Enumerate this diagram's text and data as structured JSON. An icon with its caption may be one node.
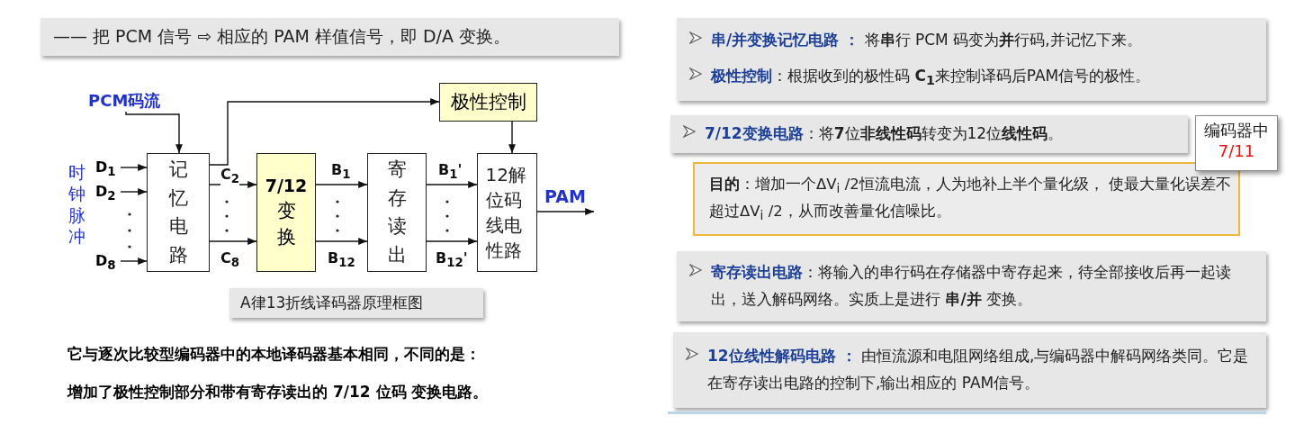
{
  "diagram": {
    "caption": "A律13折线译码器原理框图",
    "nodes": [
      {
        "text": [
          "PCM码流"
        ]
      },
      {
        "text": [
          "D$_{1}$"
        ]
      },
      {
        "text": [
          "D$_{2}$"
        ]
      },
      {
        "text": [
          "D$_{8}$"
        ]
      },
      {
        "text": [
          "记忆电路"
        ]
      },
      {
        "text": [
          "7/12",
          "变换"
        ]
      },
      {
        "text": [
          "寄存读出"
        ]
      },
      {
        "text": [
          "极性控制"
        ]
      },
      {
        "text": [
          "12解位码线电性路"
        ]
      },
      {
        "text": [
          "**串/并变换记忆电路 ：** 将**串**行 PCM 码变为**并**行码,并记忆下来。",
          "**极性控制**：根据收到的极性码 **C$_{1}$**来控制译码后PAM信号的极性。"
        ]
      },
      {
        "text": [
          "**7/12变换电路**：将**7**位**非线性码**转变为12位**线性码**。"
        ]
      },
      {
        "text": [
          "**目的**：增加一个ΔV$_{i}$ /2恒流电流，人为地补上半个量化级， 使最大量化误差不超过ΔV$_{i}$ /2，从而改善量化信噪比。"
        ]
      },
      {
        "text": [
          "编码器中",
          "7/11"
        ]
      },
      {
        "text": [
          "**寄存读出电路**：将输入的串行码在存储器中寄存起来，待全部接收后再一起读出，送入解码网络。实质上是进行 **串/并** 变换。"
        ]
      },
      {
        "text": [
          "**12位线性解码电路 ：** 由恒流源和电阻网络组成,与编码器中解码网络类同。它是在寄存读出电路的控制下,输出相应的 PAM信号。"
        ]
      },
      {
        "text": [
          "—— 把 PCM 信号 ⇨ 相应的 PAM 样值信号，即 D/A 变换。"
        ]
      }
    ],
    "edges": [
      {
        "from": 0,
        "to": 4,
        "arrow": "to"
      },
      {
        "from": 1,
        "to": 4,
        "arrow": "to"
      },
      {
        "from": 2,
        "to": 4,
        "arrow": "to"
      },
      {
        "from": 3,
        "to": 4,
        "arrow": "to"
      },
      {
        "from": 4,
        "to": 5,
        "arrow": "to",
        "label": "C$_{2}$"
      },
      {
        "from": 4,
        "to": 5,
        "arrow": "to",
        "label": "C$_{8}$"
      },
      {
        "from": 4,
        "to": 7,
        "arrow": "to"
      },
      {
        "from": 5,
        "to": 6,
        "arrow": "to",
        "label": "B$_{1}$"
      },
      {
        "from": 5,
        "to": 6,
        "arrow": "to",
        "label": "B$_{12}$"
      },
      {
        "from": 6,
        "to": 8,
        "arrow": "to",
        "label": "B$_{1}$'"
      },
      {
        "from": 6,
        "to": 8,
        "arrow": "to",
        "label": "B$_{12}$'"
      },
      {
        "from": 7,
        "to": 8,
        "arrow": "to"
      },
      {
        "from": 8,
        "to": null,
        "arrow": "to",
        "label": "PAM"
      }
    ],
    "labels": [
      "时钟脉冲",
      "它与逐次比较型编码器中的本地译码器基本相同，不同的是：",
      "增加了极性控制部分和带有寄存读出的 7/12 位码 变换电路。"
    ]
  }
}
